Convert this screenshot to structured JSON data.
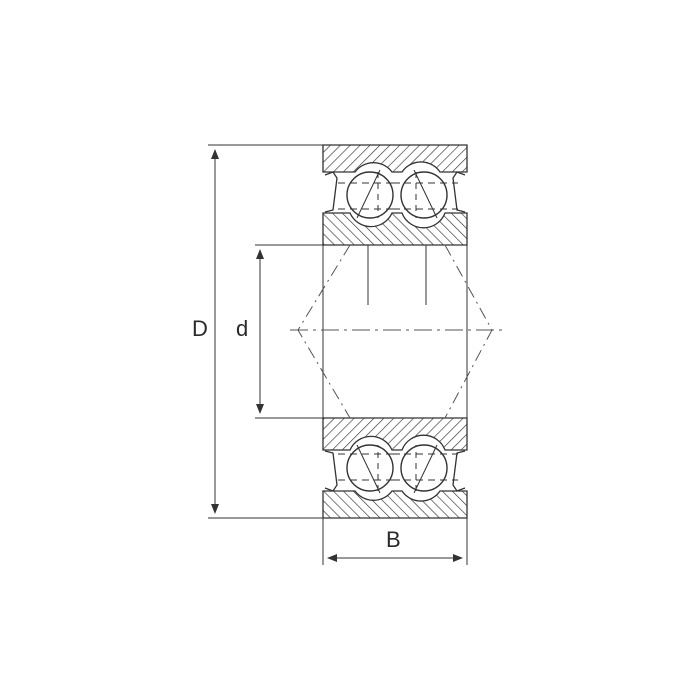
{
  "labels": {
    "outer_diameter": "D",
    "bore_diameter": "d",
    "width": "B"
  },
  "colors": {
    "line": "#333333",
    "background": "#ffffff"
  }
}
